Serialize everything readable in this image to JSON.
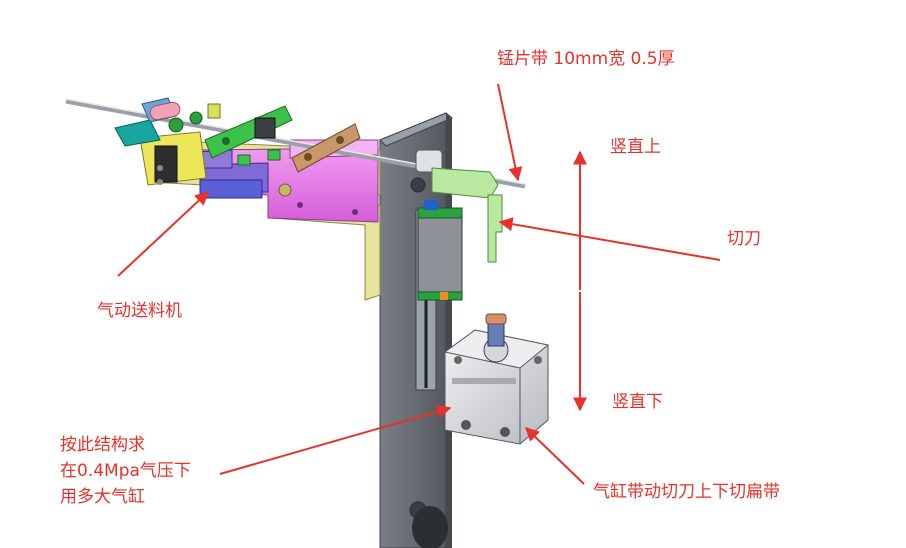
{
  "annotations": {
    "strip_spec": "锰片带 10mm宽  0.5厚",
    "vertical_up": "竖直上",
    "cutter": "切刀",
    "pneumatic_feeder": "气动送料机",
    "vertical_down": "竖直下",
    "cylinder_requirement": "按此结构求\n在0.4Mpa气压下\n用多大气缸",
    "cylinder_drives_cutter": "气缸带动切刀上下切扁带"
  },
  "colors": {
    "annotation": "#e8312a",
    "arrow": "#e8312a",
    "plate": "#5f636b",
    "magenta_block": "#e47ce6",
    "yellow_base": "#e6e39a",
    "green_bar": "#3cc24a",
    "tan_bar": "#c9986a",
    "blue_block": "#5a5fd8",
    "cutter_green": "#b9e8a0",
    "cylinder": "#d9d9dd"
  }
}
